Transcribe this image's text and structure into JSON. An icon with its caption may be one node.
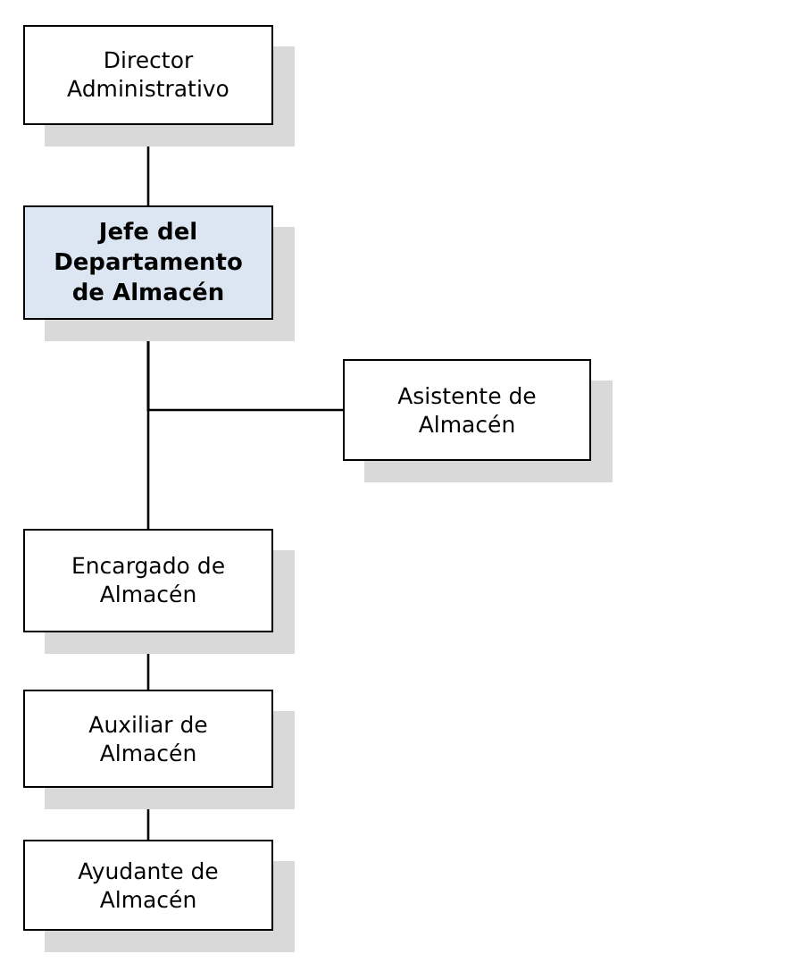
{
  "diagram": {
    "nodes": [
      {
        "text": [
          "Director Administrativo"
        ]
      },
      {
        "text": [
          "Jefe del Departamento de Almacén"
        ]
      },
      {
        "text": [
          "Asistente de Almacén"
        ]
      },
      {
        "text": [
          "Encargado de Almacén"
        ]
      },
      {
        "text": [
          "Auxiliar de Almacén"
        ]
      },
      {
        "text": [
          "Ayudante de Almacén"
        ]
      }
    ],
    "edges": [
      {
        "from": 0,
        "to": 1,
        "arrow": "none"
      },
      {
        "from": 1,
        "to": 2,
        "arrow": "none"
      },
      {
        "from": 1,
        "to": 3,
        "arrow": "none"
      },
      {
        "from": 3,
        "to": 4,
        "arrow": "none"
      },
      {
        "from": 4,
        "to": 5,
        "arrow": "none"
      }
    ]
  }
}
